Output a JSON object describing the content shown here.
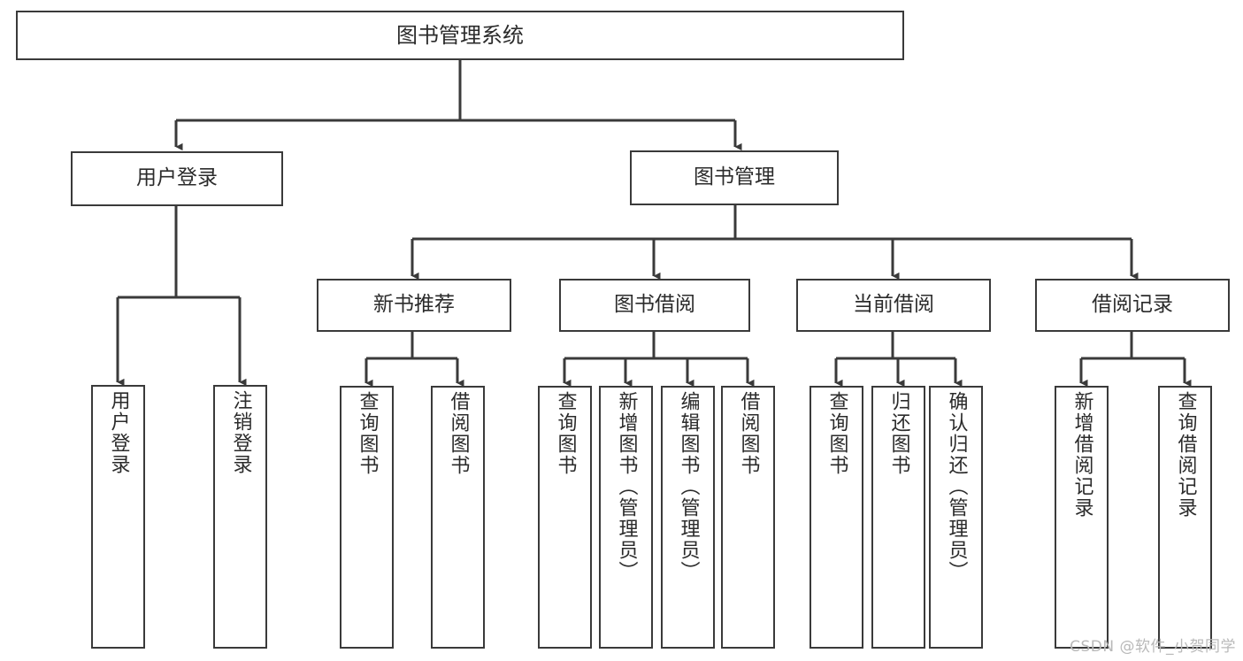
{
  "diagram": {
    "title": "图书管理系统",
    "type": "tree",
    "orientation": "top-down",
    "line_color": "#3a3a3a",
    "box_border_color": "#3a3a3a",
    "box_fill_color": "#ffffff",
    "text_color": "#2b2b2b",
    "background_color": "#ffffff"
  },
  "nodes": {
    "root": {
      "label": "图书管理系统"
    },
    "level1": [
      {
        "id": "user-login",
        "label": "用户登录"
      },
      {
        "id": "book-manage",
        "label": "图书管理"
      }
    ],
    "level2": [
      {
        "id": "new-book-rec",
        "label": "新书推荐"
      },
      {
        "id": "book-borrow",
        "label": "图书借阅"
      },
      {
        "id": "current-borrow",
        "label": "当前借阅"
      },
      {
        "id": "borrow-record",
        "label": "借阅记录"
      }
    ],
    "leaves": {
      "user-login": [
        {
          "id": "leaf-user-login",
          "label": "用户登录"
        },
        {
          "id": "leaf-logout-login",
          "label": "注销登录"
        }
      ],
      "new-book-rec": [
        {
          "id": "leaf-query-book-1",
          "label": "查询图书"
        },
        {
          "id": "leaf-borrow-book-1",
          "label": "借阅图书"
        }
      ],
      "book-borrow": [
        {
          "id": "leaf-query-book-2",
          "label": "查询图书"
        },
        {
          "id": "leaf-add-book",
          "label": "新增图书（管理员）"
        },
        {
          "id": "leaf-edit-book",
          "label": "编辑图书（管理员）"
        },
        {
          "id": "leaf-borrow-book-2",
          "label": "借阅图书"
        }
      ],
      "current-borrow": [
        {
          "id": "leaf-query-book-3",
          "label": "查询图书"
        },
        {
          "id": "leaf-return-book",
          "label": "归还图书"
        },
        {
          "id": "leaf-confirm-return",
          "label": "确认归还（管理员）"
        }
      ],
      "borrow-record": [
        {
          "id": "leaf-add-record",
          "label": "新增借阅记录"
        },
        {
          "id": "leaf-query-record",
          "label": "查询借阅记录"
        }
      ]
    }
  },
  "watermark": {
    "text": "CSDN @软件_小贺同学"
  }
}
